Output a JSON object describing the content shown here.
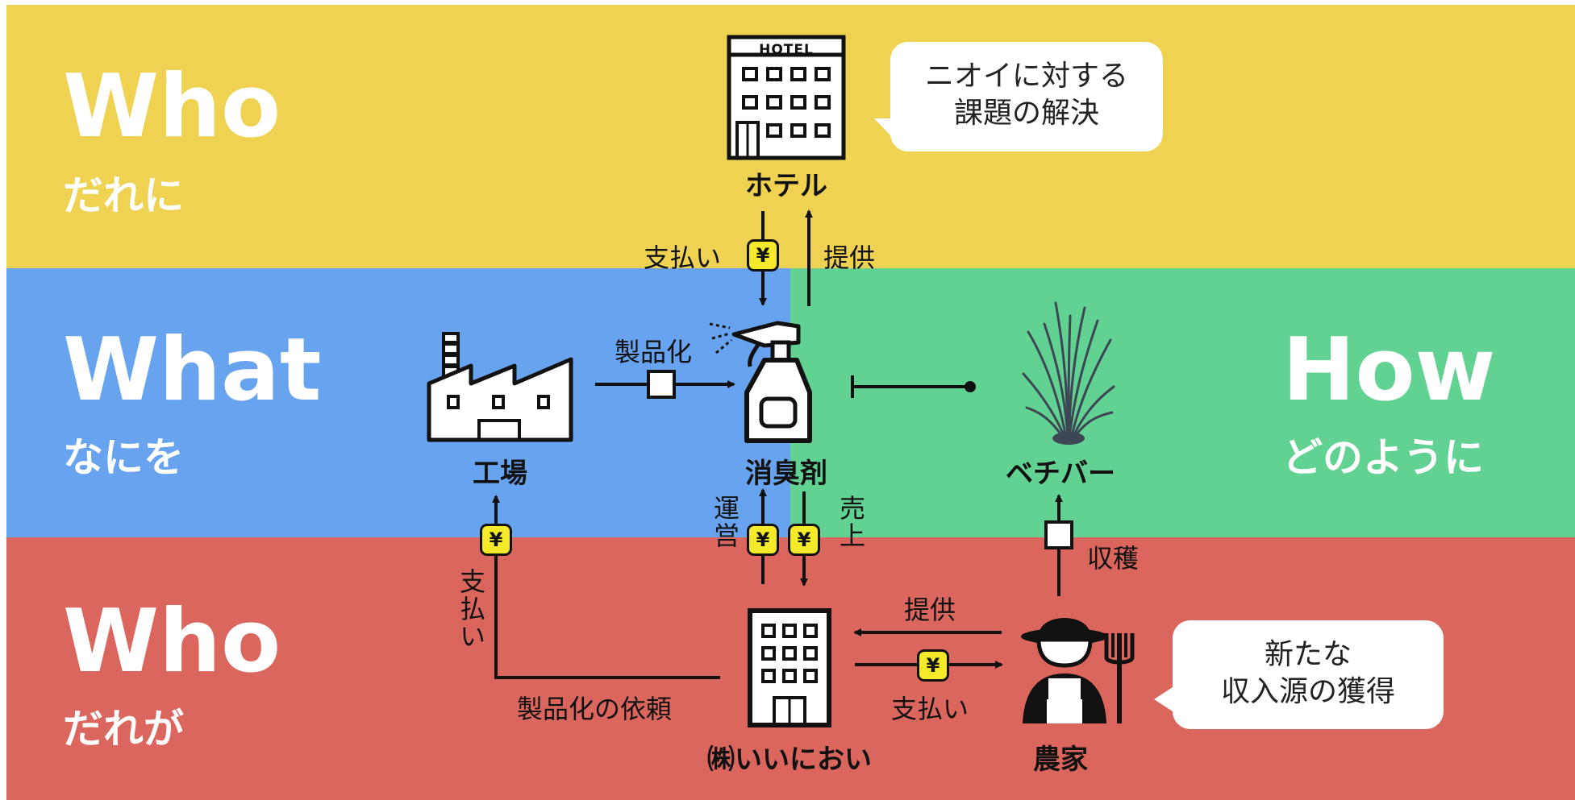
{
  "colors": {
    "who_top": "#efd252",
    "what": "#67a3ee",
    "how": "#62d293",
    "who_bottom": "#db665d",
    "yen_badge": "#f4ea2a"
  },
  "bands": {
    "who_top": {
      "title": "Who",
      "subtitle": "だれに"
    },
    "what": {
      "title": "What",
      "subtitle": "なにを"
    },
    "how": {
      "title": "How",
      "subtitle": "どのように"
    },
    "who_bottom": {
      "title": "Who",
      "subtitle": "だれが"
    }
  },
  "nodes": {
    "hotel": {
      "label": "ホテル",
      "sign": "HOTEL",
      "icon": "hotel-building-icon"
    },
    "factory": {
      "label": "工場",
      "icon": "factory-icon"
    },
    "deodorant": {
      "label": "消臭剤",
      "icon": "spray-bottle-icon"
    },
    "vetiver": {
      "label": "ベチバー",
      "icon": "grass-plant-icon"
    },
    "company": {
      "label": "㈱いいにおい",
      "icon": "office-building-icon"
    },
    "farmer": {
      "label": "農家",
      "icon": "farmer-icon"
    }
  },
  "bubbles": {
    "hotel": {
      "line1": "ニオイに対する",
      "line2": "課題の解決"
    },
    "farmer": {
      "line1": "新たな",
      "line2": "収入源の獲得"
    }
  },
  "edges": {
    "hotel_payment": "支払い",
    "hotel_provide": "提供",
    "productize": "製品化",
    "operate": "運営",
    "sales": "売上",
    "factory_payment": "支払い",
    "productize_request": "製品化の依頼",
    "farmer_provide": "提供",
    "farmer_payment": "支払い",
    "harvest": "収穫",
    "yen_symbol": "¥"
  }
}
